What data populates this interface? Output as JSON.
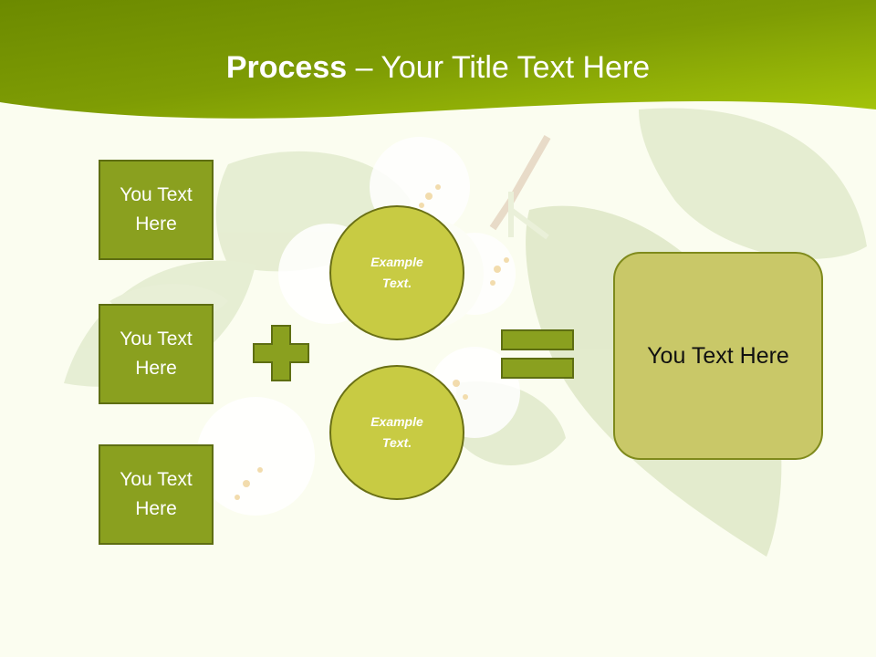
{
  "title": {
    "bold": "Process",
    "rest": " – Your Title Text Here"
  },
  "left_boxes": [
    "You Text\nHere",
    "You Text\nHere",
    "You Text\nHere"
  ],
  "circles": [
    "Example\nText.",
    "Example\nText."
  ],
  "result_text": "You Text Here",
  "colors": {
    "header_dark": "#6c8a00",
    "header_light": "#a6c60a",
    "box_fill": "#8aa01f",
    "circle_fill": "#c8cb43",
    "result_fill": "#c9c868",
    "background": "#fbfdf0"
  }
}
